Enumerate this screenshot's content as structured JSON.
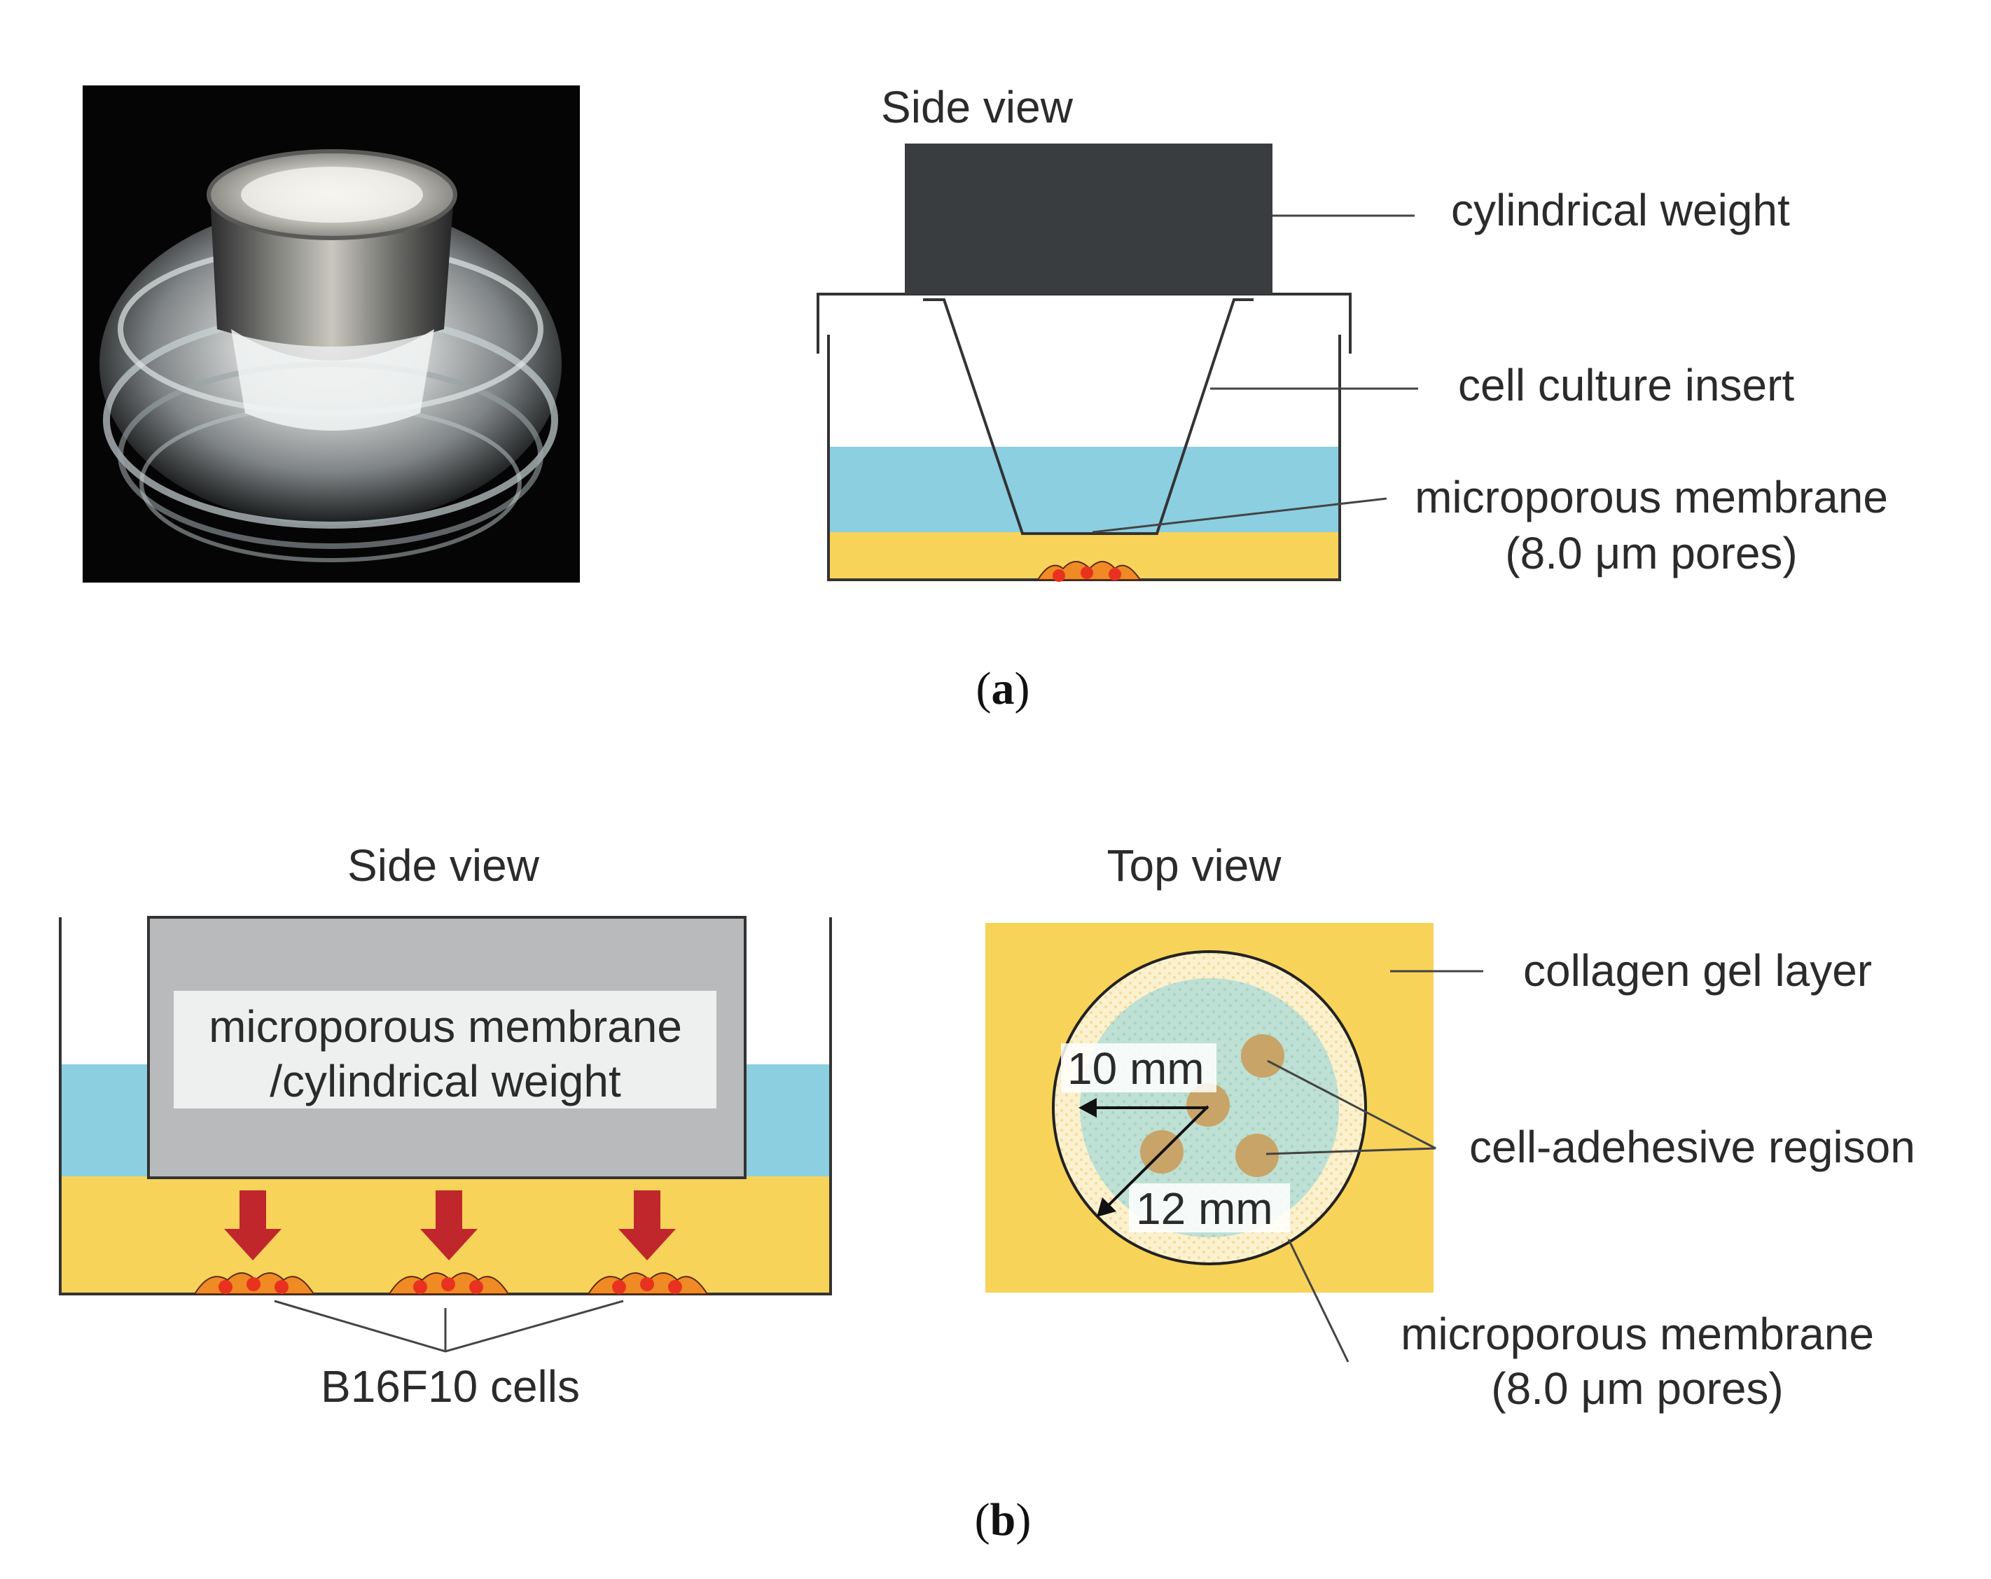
{
  "panel_a": {
    "caption_letter": "a",
    "side_view_title": "Side view",
    "labels": {
      "weight": "cylindrical weight",
      "insert": "cell culture insert",
      "membrane_line1": "microporous membrane",
      "membrane_line2": "(8.0 μm pores)"
    }
  },
  "panel_b": {
    "caption_letter": "b",
    "side_view_title": "Side view",
    "top_view_title": "Top view",
    "weight_box_line1": "microporous membrane",
    "weight_box_line2": "/cylindrical weight",
    "cells_label": "B16F10 cells",
    "dim_inner": "10 mm",
    "dim_outer": "12 mm",
    "labels": {
      "collagen": "collagen gel layer",
      "adhesive": "cell-adehesive regison",
      "membrane_line1": "microporous membrane",
      "membrane_line2": "(8.0 μm pores)"
    }
  },
  "colors": {
    "medium_blue": "#8ccfe0",
    "collagen_yellow": "#f7d35a",
    "weight_dark": "#3a3d3f",
    "weight_gray": "#b8babc",
    "arrow_red": "#c0272d",
    "cell_red": "#e8321f",
    "cell_orange": "#f08a24",
    "membrane_cream": "#fbf1cf",
    "adhesive_region": "#c8a468",
    "teal_region": "#b9dcd0"
  }
}
